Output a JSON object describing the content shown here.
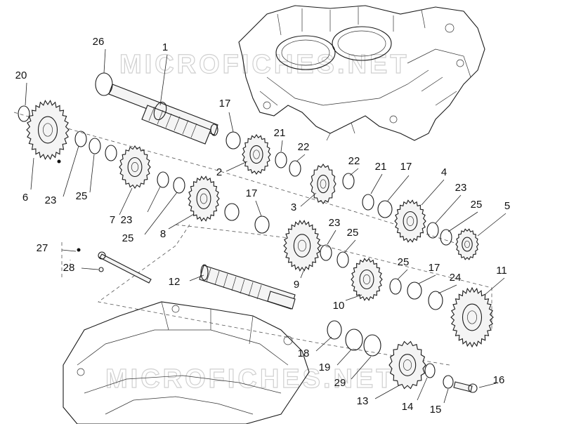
{
  "watermark": {
    "top": "MICROFICHES.NET",
    "bottom": "MICROFICHES.NET"
  },
  "callouts": [
    {
      "id": "1",
      "label": "1"
    },
    {
      "id": "2",
      "label": "2"
    },
    {
      "id": "3",
      "label": "3"
    },
    {
      "id": "4",
      "label": "4"
    },
    {
      "id": "5",
      "label": "5"
    },
    {
      "id": "6",
      "label": "6"
    },
    {
      "id": "7",
      "label": "7"
    },
    {
      "id": "8",
      "label": "8"
    },
    {
      "id": "9",
      "label": "9"
    },
    {
      "id": "10",
      "label": "10"
    },
    {
      "id": "11",
      "label": "11"
    },
    {
      "id": "12",
      "label": "12"
    },
    {
      "id": "13",
      "label": "13"
    },
    {
      "id": "14",
      "label": "14"
    },
    {
      "id": "15",
      "label": "15"
    },
    {
      "id": "16",
      "label": "16"
    },
    {
      "id": "17a",
      "label": "17"
    },
    {
      "id": "17b",
      "label": "17"
    },
    {
      "id": "17c",
      "label": "17"
    },
    {
      "id": "17d",
      "label": "17"
    },
    {
      "id": "18",
      "label": "18"
    },
    {
      "id": "19",
      "label": "19"
    },
    {
      "id": "20",
      "label": "20"
    },
    {
      "id": "21a",
      "label": "21"
    },
    {
      "id": "21b",
      "label": "21"
    },
    {
      "id": "22a",
      "label": "22"
    },
    {
      "id": "22b",
      "label": "22"
    },
    {
      "id": "23a",
      "label": "23"
    },
    {
      "id": "23b",
      "label": "23"
    },
    {
      "id": "23c",
      "label": "23"
    },
    {
      "id": "23d",
      "label": "23"
    },
    {
      "id": "24",
      "label": "24"
    },
    {
      "id": "25a",
      "label": "25"
    },
    {
      "id": "25b",
      "label": "25"
    },
    {
      "id": "25c",
      "label": "25"
    },
    {
      "id": "25d",
      "label": "25"
    },
    {
      "id": "25e",
      "label": "25"
    },
    {
      "id": "26",
      "label": "26"
    },
    {
      "id": "27",
      "label": "27"
    },
    {
      "id": "28",
      "label": "28"
    },
    {
      "id": "29",
      "label": "29"
    }
  ]
}
